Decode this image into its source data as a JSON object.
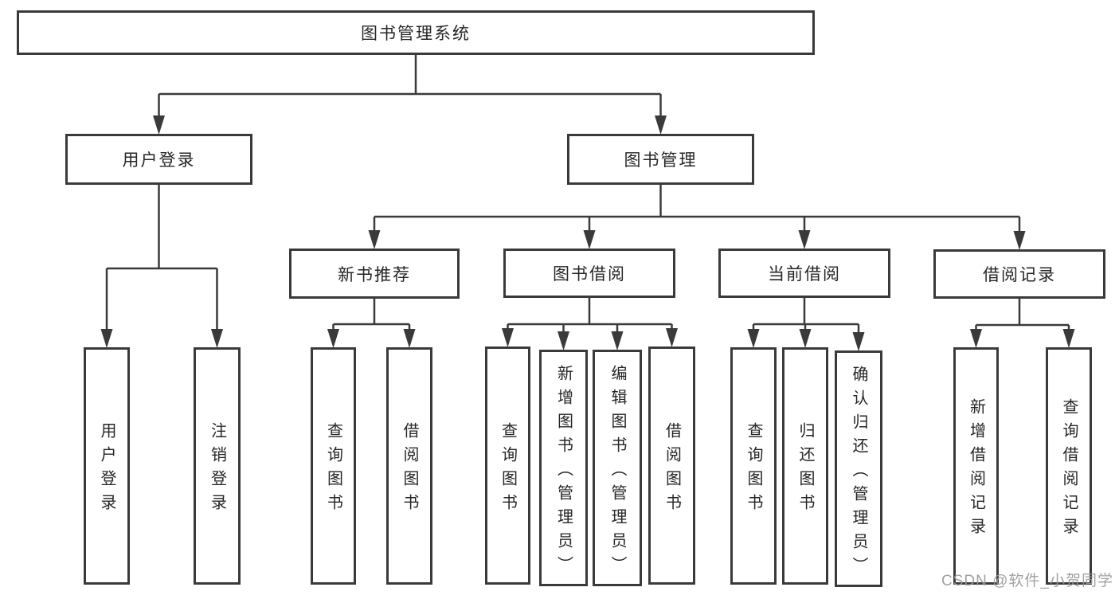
{
  "diagram_title": "图书管理系统",
  "watermark": "CSDN @软件_小贺同学",
  "colors": {
    "line": "#3a3a3a",
    "box_border": "#3a3a3a",
    "box_background": "#ffffff",
    "text": "#262626",
    "watermark": "#9a9a9a"
  },
  "tree": {
    "id": "library-management-system",
    "label": "图书管理系统",
    "children": [
      {
        "id": "user-login-module",
        "label": "用户登录",
        "children": [
          {
            "id": "user-login",
            "label": "用户登录"
          },
          {
            "id": "logout",
            "label": "注销登录"
          }
        ]
      },
      {
        "id": "book-management",
        "label": "图书管理",
        "children": [
          {
            "id": "new-book-recommendation",
            "label": "新书推荐",
            "children": [
              {
                "id": "query-books",
                "label": "查询图书"
              },
              {
                "id": "borrow-books",
                "label": "借阅图书"
              }
            ]
          },
          {
            "id": "book-borrowing",
            "label": "图书借阅",
            "children": [
              {
                "id": "query-books",
                "label": "查询图书"
              },
              {
                "id": "add-books-admin",
                "label": "新增图书（管理员）"
              },
              {
                "id": "edit-books-admin",
                "label": "编辑图书（管理员）"
              },
              {
                "id": "borrow-books",
                "label": "借阅图书"
              }
            ]
          },
          {
            "id": "current-borrowing",
            "label": "当前借阅",
            "children": [
              {
                "id": "query-books",
                "label": "查询图书"
              },
              {
                "id": "return-books",
                "label": "归还图书"
              },
              {
                "id": "confirm-return-admin",
                "label": "确认归还（管理员）"
              }
            ]
          },
          {
            "id": "borrowing-records",
            "label": "借阅记录",
            "children": [
              {
                "id": "add-borrowing-record",
                "label": "新增借阅记录"
              },
              {
                "id": "query-borrowing-record",
                "label": "查询借阅记录"
              }
            ]
          }
        ]
      }
    ]
  }
}
